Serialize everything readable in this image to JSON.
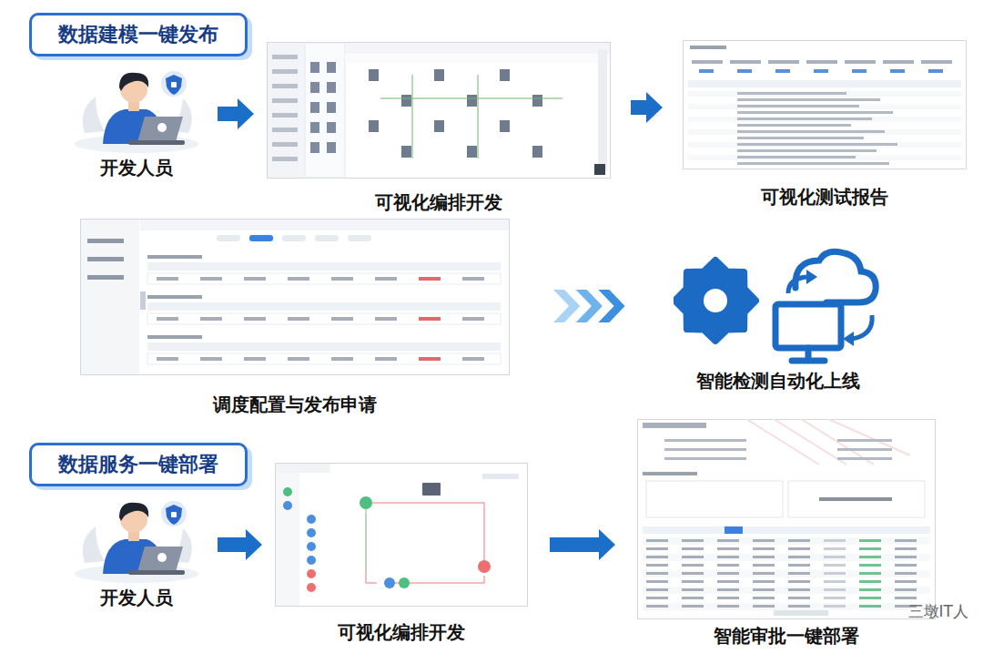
{
  "diagram": {
    "nodes": [
      {
        "text": [
          "数据建模一键发布"
        ]
      },
      {
        "text": [
          "开发人员"
        ]
      },
      {
        "text": [
          "可视化编排开发"
        ]
      },
      {
        "text": [
          "可视化测试报告"
        ]
      },
      {
        "text": [
          "调度配置与发布申请"
        ]
      },
      {
        "text": [
          "智能检测自动化上线"
        ]
      },
      {
        "text": [
          "数据服务一键部署"
        ]
      },
      {
        "text": [
          "开发人员"
        ]
      },
      {
        "text": [
          "可视化编排开发"
        ]
      },
      {
        "text": [
          "智能审批一键部署"
        ]
      }
    ],
    "edges": [
      {
        "from": 1,
        "to": 2,
        "arrow": "to"
      },
      {
        "from": 2,
        "to": 3,
        "arrow": "to"
      },
      {
        "from": 4,
        "to": 5,
        "arrow": "to"
      },
      {
        "from": 7,
        "to": 8,
        "arrow": "to"
      },
      {
        "from": 8,
        "to": 9,
        "arrow": "to"
      }
    ],
    "labels": [
      "三墩IT人"
    ]
  }
}
